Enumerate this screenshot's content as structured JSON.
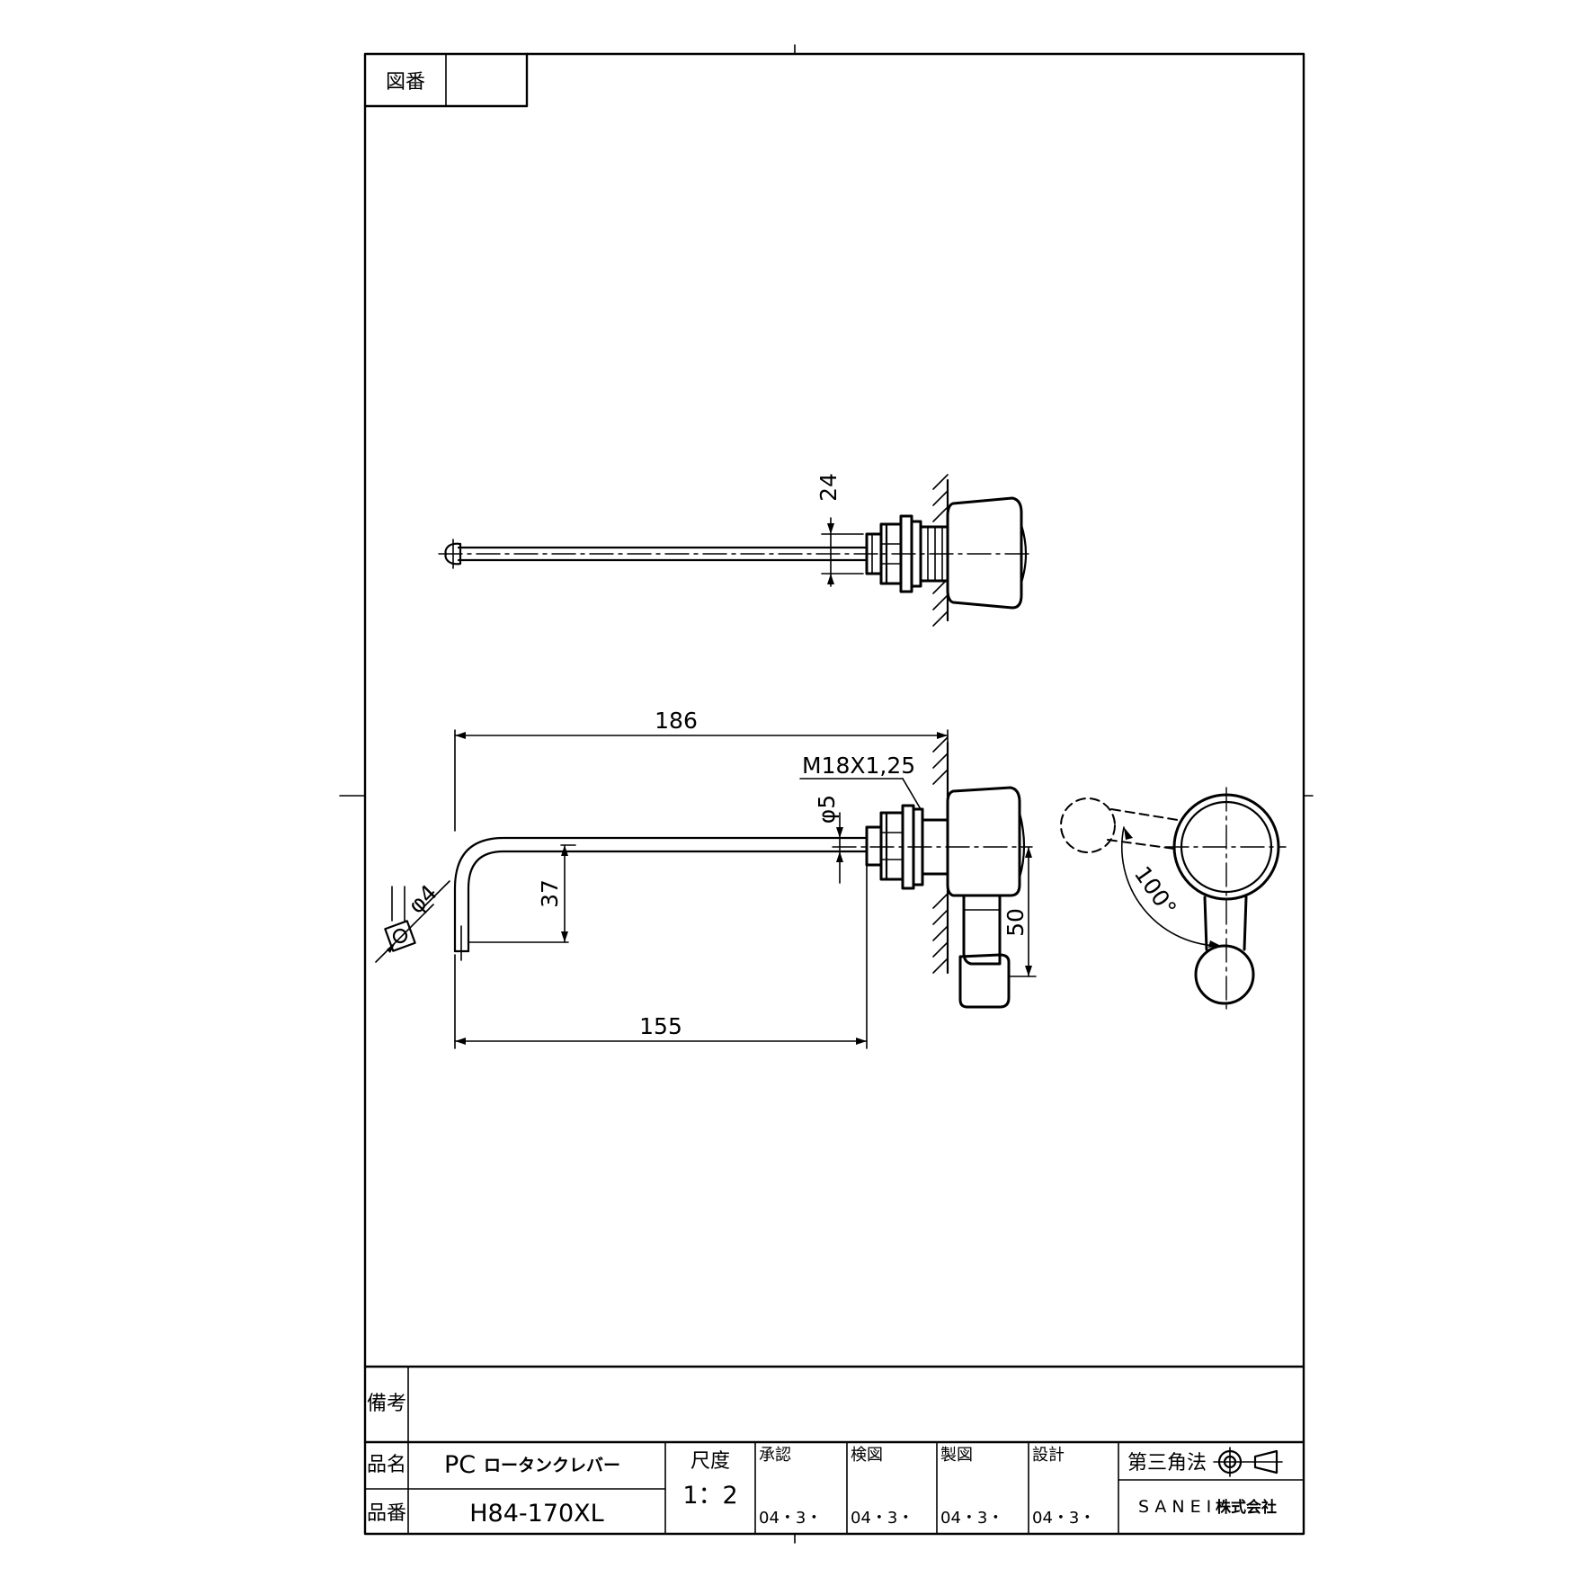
{
  "title_block": {
    "drawing_number_label": "図番",
    "drawing_number_value": "",
    "remarks_label": "備考",
    "remarks_value": "",
    "product_name_label": "品名",
    "product_name_prefix": "PC",
    "product_name_suffix": "ロータンクレバー",
    "product_number_label": "品番",
    "product_number": "H84-170XL",
    "scale_label": "尺度",
    "scale_value": "1：2",
    "approvals": [
      {
        "label": "承認",
        "date": "04・3・"
      },
      {
        "label": "検図",
        "date": "04・3・"
      },
      {
        "label": "製図",
        "date": "04・3・"
      },
      {
        "label": "設計",
        "date": "04・3・"
      }
    ],
    "projection_label": "第三角法",
    "company": "SANEI",
    "company_suffix": "株式会社"
  },
  "dimensions": {
    "top_view_height": "24",
    "overall_length": "186",
    "thread": "M18X1,25",
    "rod_diameter": "φ5",
    "end_diameter": "φ4",
    "bend_drop": "37",
    "handle_drop": "50",
    "rod_length": "155",
    "rotation_angle": "100°"
  }
}
